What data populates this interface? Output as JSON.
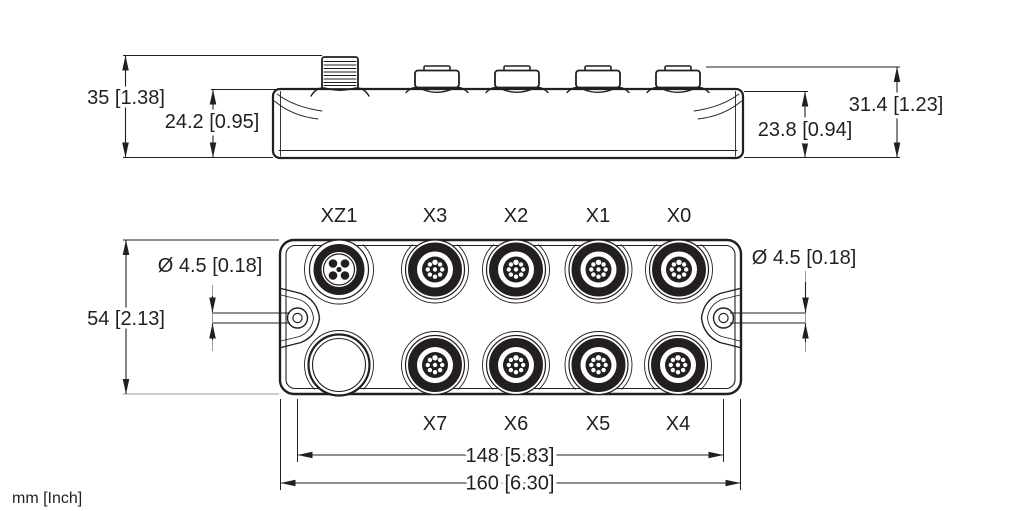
{
  "units_label": "mm [Inch]",
  "side_view": {
    "dim_overall_height": "35 [1.38]",
    "dim_body_height_left": "24.2 [0.95]",
    "dim_overall_height_right": "31.4 [1.23]",
    "dim_body_height_right": "23.8 [0.94]"
  },
  "front_view": {
    "ports_top": [
      "XZ1",
      "X3",
      "X2",
      "X1",
      "X0"
    ],
    "ports_bottom": [
      "X7",
      "X6",
      "X5",
      "X4"
    ],
    "dim_height": "54 [2.13]",
    "dim_mounting_hole_left": "Ø 4.5 [0.18]",
    "dim_mounting_hole_right": "Ø 4.5 [0.18]",
    "dim_mounting_spacing": "148 [5.83]",
    "dim_overall_width": "160 [6.30]"
  },
  "colors": {
    "line": "#231f20",
    "dim_line_gray": "#9a9b9e",
    "background": "#ffffff"
  }
}
